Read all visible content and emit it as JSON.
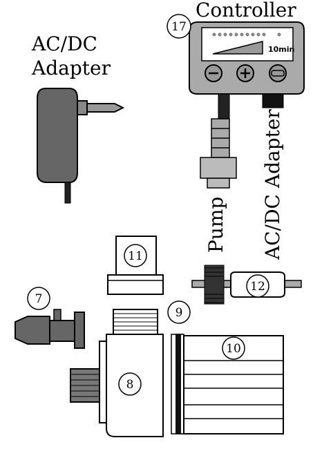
{
  "labels": {
    "controller": "Controller",
    "adapter_line1": "AC/DC",
    "adapter_line2": "Adapter",
    "pump": "Pump",
    "adapter_vertical": "AC/DC Adapter",
    "timer": "10min"
  },
  "part_numbers": {
    "controller": "17",
    "item_11": "11",
    "item_12": "12",
    "item_7": "7",
    "item_9": "9",
    "item_10": "10",
    "item_8": "8"
  },
  "buttons": {
    "minus": "minus-icon",
    "plus": "plus-icon",
    "power": "power-icon"
  }
}
